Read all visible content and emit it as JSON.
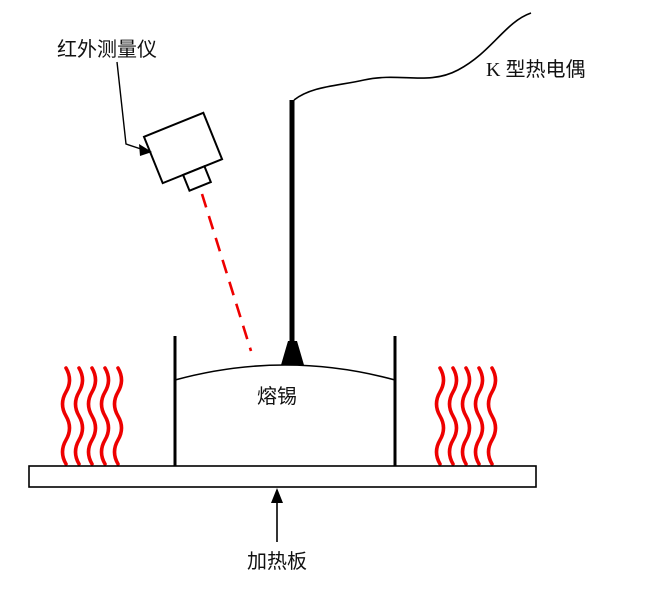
{
  "title": "solder-heating-measurement-setup",
  "labels": {
    "infrared_meter": "红外测量仪",
    "thermocouple": "K 型热电偶",
    "molten_tin": "熔锡",
    "heating_plate": "加热板"
  },
  "colors": {
    "heat_wave": "#ee0000",
    "laser_beam": "#ee0000",
    "outline": "#000000"
  }
}
